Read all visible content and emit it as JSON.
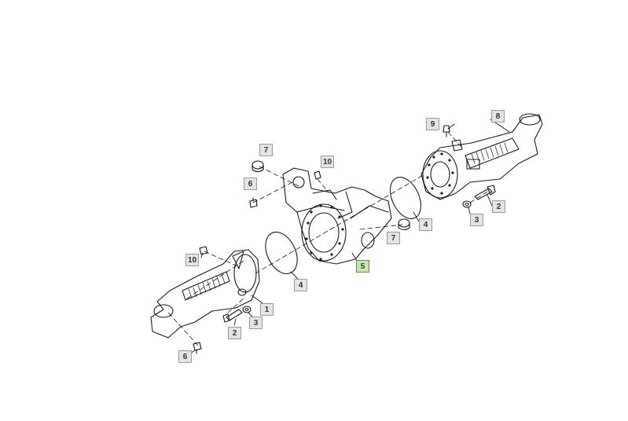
{
  "diagram": {
    "callouts": [
      {
        "id": "c7a",
        "label": "7"
      },
      {
        "id": "c10a",
        "label": "10"
      },
      {
        "id": "c6a",
        "label": "6"
      },
      {
        "id": "c9",
        "label": "9"
      },
      {
        "id": "c8",
        "label": "8"
      },
      {
        "id": "c2a",
        "label": "2"
      },
      {
        "id": "c3a",
        "label": "3"
      },
      {
        "id": "c4a",
        "label": "4"
      },
      {
        "id": "c7b",
        "label": "7"
      },
      {
        "id": "c5",
        "label": "5",
        "selected": true
      },
      {
        "id": "c4b",
        "label": "4"
      },
      {
        "id": "c10b",
        "label": "10"
      },
      {
        "id": "c1",
        "label": "1"
      },
      {
        "id": "c3b",
        "label": "3"
      },
      {
        "id": "c2b",
        "label": "2"
      },
      {
        "id": "c6b",
        "label": "6"
      }
    ],
    "colors": {
      "line": "#1a1a1a",
      "callout_bg": "#e4e4e4",
      "callout_selected_bg": "#c9e3b5"
    }
  }
}
